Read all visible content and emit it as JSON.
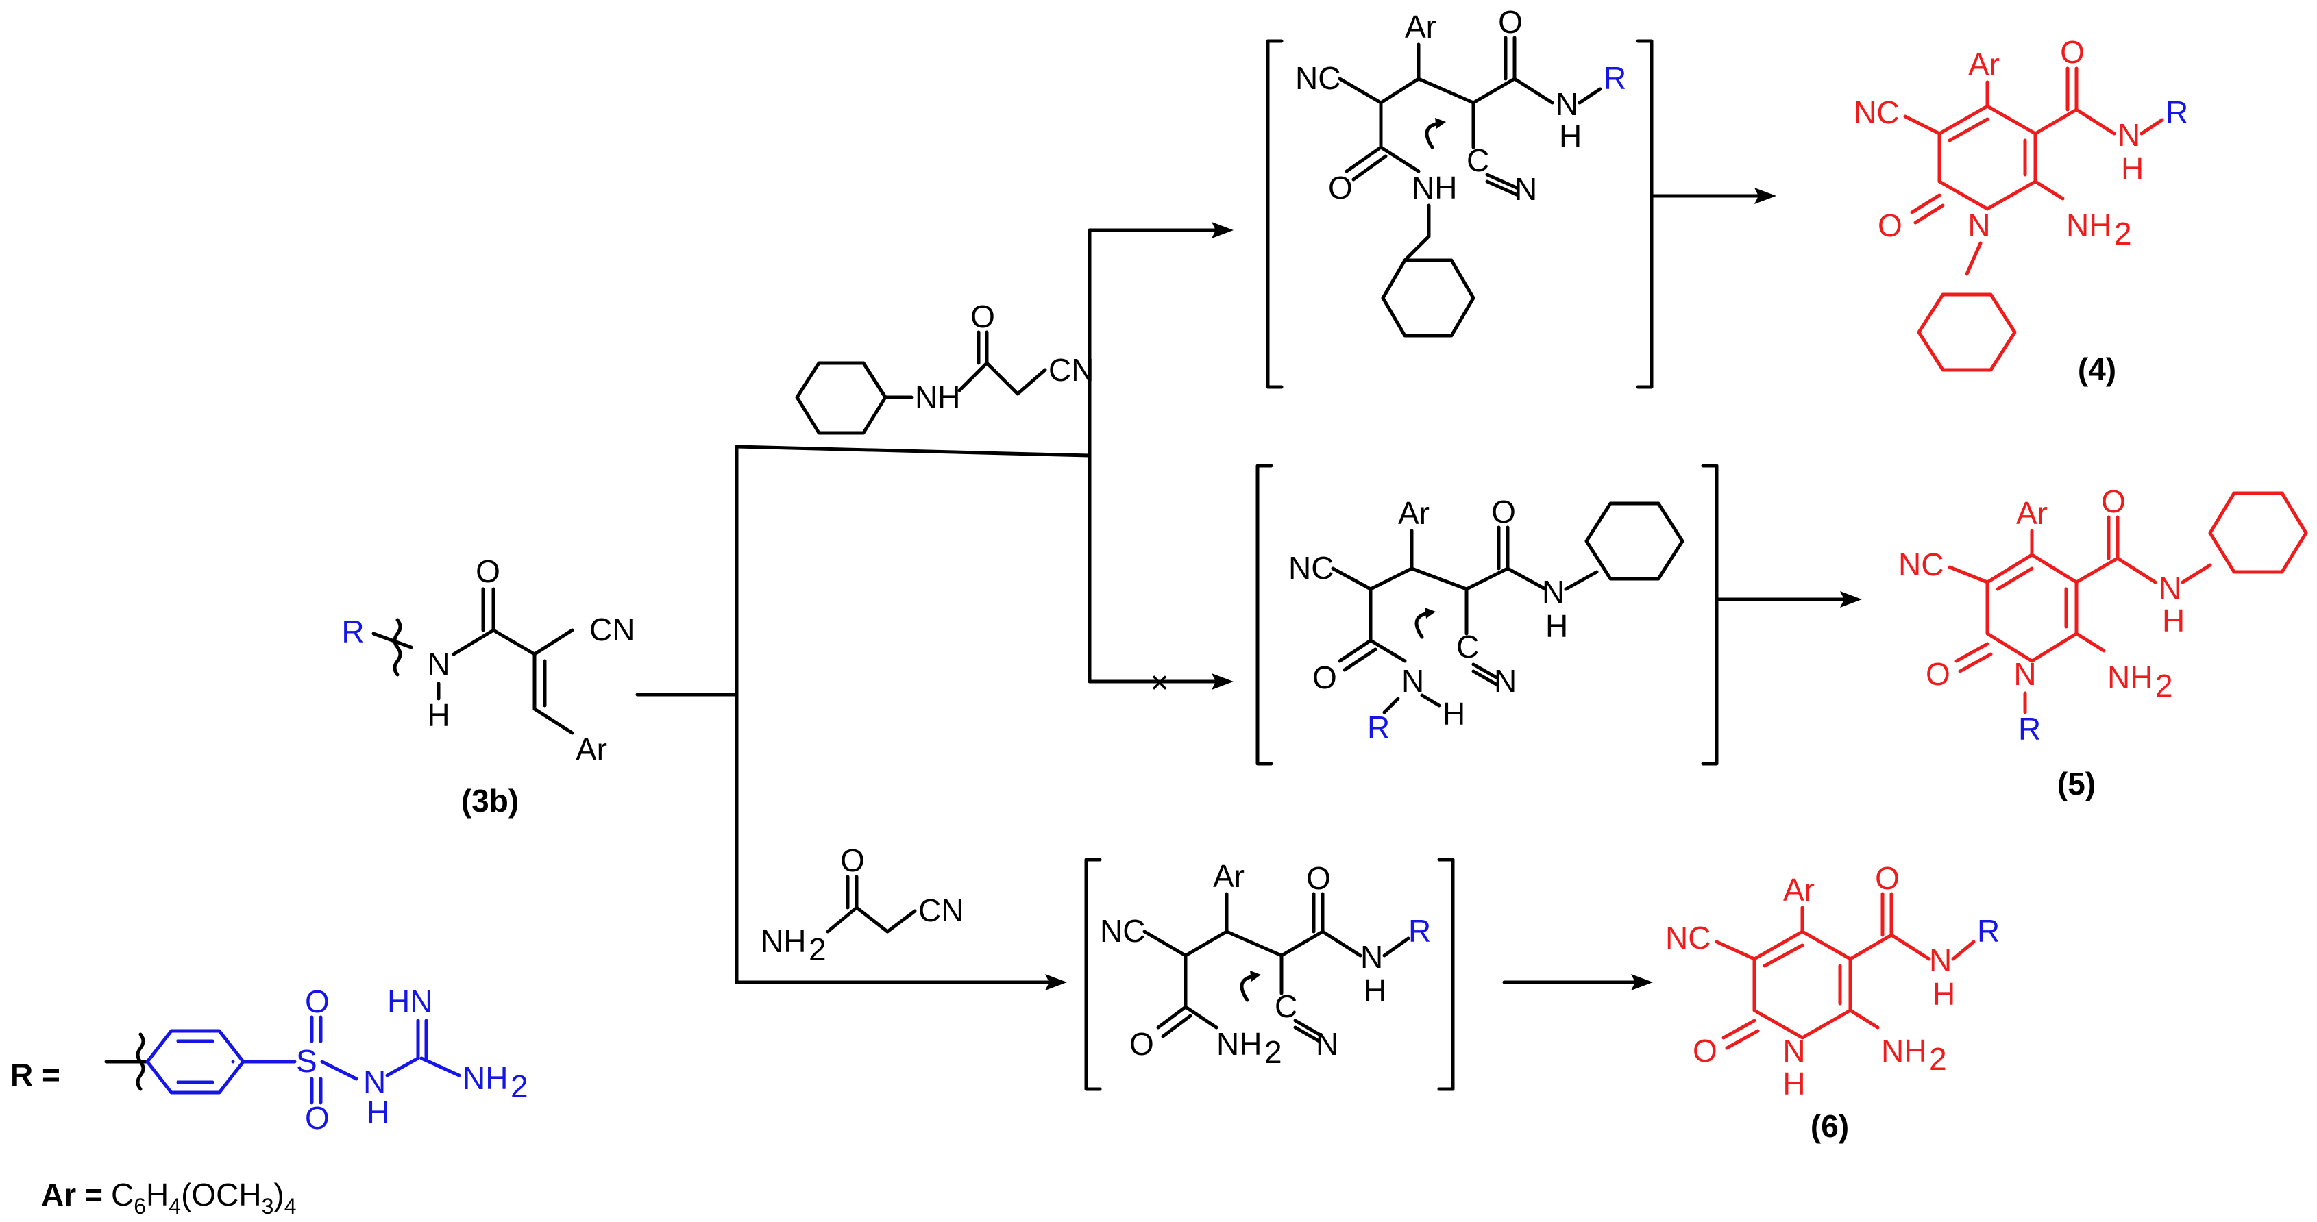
{
  "colors": {
    "text": "#000000",
    "product": "#ee1c1c",
    "r_group": "#1515e6"
  },
  "labels": {
    "start_compound": "(3b)",
    "product_4": "(4)",
    "product_5": "(5)",
    "product_6": "(6)",
    "r_def": "R =",
    "ar_def_head": "Ar",
    "ar_def_eq": "=",
    "ar_def_formula": "C",
    "ar_def_sub1": "6",
    "ar_def_h": "H",
    "ar_def_sub2": "4",
    "ar_def_paren": "(OCH",
    "ar_def_sub3": "3",
    "ar_def_close": ")",
    "ar_def_sub4": "4"
  },
  "atoms": {
    "R": "R",
    "N": "N",
    "H": "H",
    "O": "O",
    "NH": "NH",
    "NH2": "NH",
    "two": "2",
    "CN": "CN",
    "NC": "NC",
    "Ar": "Ar",
    "C": "C",
    "S": "S",
    "HN": "HN",
    "O_dbl": "O"
  },
  "reagents": {
    "cyclohexyl_cyanoacetamide": "N-cyclohexyl-2-cyanoacetamide",
    "cyanoacetamide": "2-cyanoacetamide"
  },
  "blocked_marker": "×"
}
